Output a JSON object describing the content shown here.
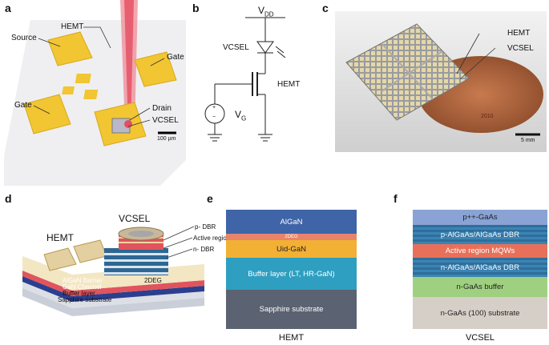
{
  "panels": {
    "a": {
      "letter": "a",
      "labels": {
        "hemt": "HEMT",
        "source": "Source",
        "gate_top": "Gate",
        "gate_left": "Gate",
        "drain": "Drain",
        "vcsel": "VCSEL",
        "scale": "100 µm"
      }
    },
    "b": {
      "letter": "b",
      "labels": {
        "vdd_main": "V",
        "vdd_sub": "DD",
        "vcsel": "VCSEL",
        "hemt": "HEMT",
        "vg_main": "V",
        "vg_sub": "G",
        "plus": "+",
        "minus": "−"
      }
    },
    "c": {
      "letter": "c",
      "labels": {
        "hemt": "HEMT",
        "vcsel": "VCSEL",
        "scale": "5 mm",
        "coin_text": "2010"
      }
    },
    "d": {
      "letter": "d",
      "labels": {
        "vcsel": "VCSEL",
        "hemt": "HEMT",
        "p_dbr": "p- DBR",
        "active": "Active region",
        "n_dbr": "n- DBR",
        "algan": "AlGaN Barrier",
        "gan": "GaN Channel",
        "twodeg": "2DEG",
        "buffer": "Buffer layer",
        "sapphire": "Sapphire substrate"
      }
    },
    "e": {
      "letter": "e",
      "caption": "HEMT",
      "layers": [
        {
          "label": "AlGaN",
          "color": "#3f64a8"
        },
        {
          "label": "2DEG",
          "color": "#e8846a"
        },
        {
          "label": "Uid-GaN",
          "color": "#f2b035"
        },
        {
          "label": "Buffer layer (LT, HR-GaN)",
          "color": "#2e9fc0"
        },
        {
          "label": "Sapphire substrate",
          "color": "#5b6272"
        }
      ]
    },
    "f": {
      "letter": "f",
      "caption": "VCSEL",
      "layers": [
        {
          "label": "p++-GaAs",
          "color": "#8aa3d4"
        },
        {
          "label": "p-AlGaAs/AlGaAs DBR",
          "color": "#2f6e9a"
        },
        {
          "label": "Active region MQWs",
          "color": "#e8705a"
        },
        {
          "label": "n-AlGaAs/AlGaAs DBR",
          "color": "#2f6e9a"
        },
        {
          "label": "n-GaAs buffer",
          "color": "#9fd07f"
        },
        {
          "label": "n-GaAs (100) substrate",
          "color": "#d6cfc8"
        }
      ]
    }
  }
}
